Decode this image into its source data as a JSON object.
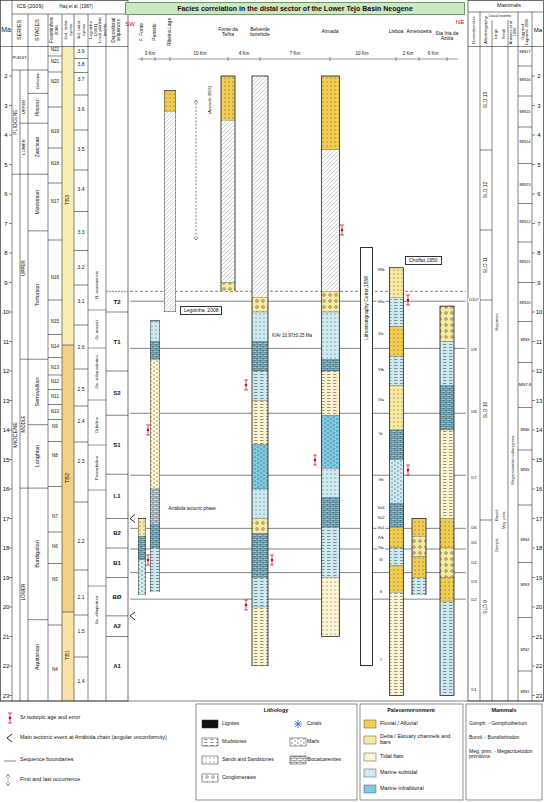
{
  "diagram": {
    "nodes": [
      {
        "text": [
          "Facies correlation in the distal sector of the Lower Tejo Basin Neogene"
        ]
      },
      {
        "text": [
          "F. Fonte"
        ]
      },
      {
        "text": [
          "Penedo"
        ]
      },
      {
        "text": [
          "Ribeira Lage"
        ]
      },
      {
        "text": [
          "Fonte da Telha"
        ]
      },
      {
        "text": [
          "Belverde borehole"
        ]
      },
      {
        "text": [
          "Almada"
        ]
      },
      {
        "text": [
          "Lithostratigraphy Cotter,1956"
        ]
      },
      {
        "text": [
          "Lisboa"
        ]
      },
      {
        "text": [
          "Ameixoeira"
        ]
      },
      {
        "text": [
          "Sta Iria da Azóia"
        ]
      },
      {
        "text": [
          "Legoinha, 2008"
        ]
      },
      {
        "text": [
          "Choffat,1950"
        ]
      }
    ],
    "labels": [
      "Ma",
      "ICS (2009)",
      "SERIES",
      "STAGES",
      "Foraminifera zone",
      "Haq et al. (1987)",
      "2nd. order cycles",
      "3rd. order cycles",
      "Legoinha (2001)",
      "Local planktic events",
      "Depositional sequences",
      "SW",
      "NE",
      "3 Km",
      "10 Km",
      "4 Km",
      "7 Km",
      "10 Km",
      "2 Km",
      "6 Km",
      "Disconformities",
      "Allostratigraphy",
      "Mammals",
      "Local events",
      "Large",
      "Small",
      "Antunes et al. 1999",
      "Ogg and Lugowski 2006",
      "Ma",
      "PLEIST.",
      "UPPER",
      "LOWER",
      "PLIOCENE",
      "MIOCENE",
      "UPPER",
      "MIDDLE",
      "LOWER",
      "Gelasian",
      "Piacenz.",
      "Zanclean",
      "Messinian",
      "Tortonian",
      "Serravallian",
      "Langhian",
      "Burdigalian",
      "Aquitanian",
      "N22",
      "N21",
      "N20",
      "N19",
      "N18",
      "N17",
      "N16",
      "N15",
      "N14",
      "N13",
      "N12",
      "N11",
      "N10",
      "N9",
      "N8",
      "N7",
      "N6",
      "N5",
      "N4",
      "3.9",
      "3.8",
      "3.7",
      "3.6",
      "3.5",
      "3.4",
      "3.3",
      "3.2",
      "3.1",
      "2.6",
      "2.5",
      "2.4",
      "2.3",
      "2.2",
      "2.1",
      "1.5",
      "1.4",
      "TB3",
      "TB2",
      "TB1",
      "N. acostaensis",
      "Gr. mayeri",
      "Gs. subquadratus",
      "Orbulina",
      "Praeorbulina",
      "Gs. altiapertura",
      "T2",
      "T1",
      "S2",
      "S1",
      "L1",
      "B2",
      "B1",
      "BØ",
      "A2",
      "A1",
      "2",
      "3",
      "4",
      "5",
      "6",
      "7",
      "8",
      "9",
      "10",
      "11",
      "12",
      "13",
      "14",
      "15",
      "16",
      "17",
      "18",
      "19",
      "20",
      "21",
      "22",
      "23",
      "D10?",
      "D9",
      "D8",
      "D7",
      "D6",
      "D5",
      "D4",
      "D3",
      "D2",
      "D1",
      "SLD 13",
      "SLD 12",
      "SLD 11",
      "SLD 10",
      "SLD 9",
      "Hipparion",
      "Megacricetodon collongensis",
      "Bunol.",
      "Gomph.",
      "Meg. prim.",
      "MN17",
      "MN16",
      "MN15",
      "MN14",
      "MN13",
      "MN12",
      "MN11",
      "MN10",
      "MN9",
      "MN7-8",
      "MN6",
      "MN5",
      "MN4",
      "MN3",
      "MN2",
      "MN1",
      "2",
      "3",
      "4",
      "5",
      "6",
      "7",
      "8",
      "9",
      "10",
      "11",
      "12",
      "13",
      "14",
      "15",
      "16",
      "17",
      "18",
      "19",
      "20",
      "21",
      "22",
      "23",
      "VIIb",
      "VIIa",
      "VIc",
      "VIb",
      "VIa",
      "Vc",
      "Vb",
      "Va3",
      "Va2",
      "Va1",
      "IVb",
      "IVa",
      "III",
      "II",
      "I",
      "K/Ar 10,97±0,25 Ma",
      "Arrábida tectonic phase",
      "(Azevedo 2006)",
      "Lithology",
      "Paleoenvironment",
      "Mammals",
      "Gomph. - Gomphotherium",
      "Bunol. - Bunolistriodon",
      "Meg. prim. - Megacricetodon primitivus"
    ],
    "legend": [
      {
        "text": "Sr isotopic age and error"
      },
      {
        "text": "Main tectonic event at Arrábida chain (angular unconformity)"
      },
      {
        "text": "Sequence boundaries"
      },
      {
        "text": "First and last occurrence"
      },
      {
        "text": "Lignites"
      },
      {
        "text": "Mudstones"
      },
      {
        "text": "Sands and Sandstones"
      },
      {
        "text": "Conglomerates"
      },
      {
        "text": "Corals"
      },
      {
        "text": "Marls"
      },
      {
        "text": "Biocalcarenites"
      },
      {
        "text": "Fluvial / Alluvial",
        "color": "#f2cd4f"
      },
      {
        "text": "Delta / Estuary channels and bars",
        "color": "#f7e9a0"
      },
      {
        "text": "Tidal flats",
        "color": "#fbf4cf"
      },
      {
        "text": "Marine subtidal",
        "color": "#cde9f1"
      },
      {
        "text": "Marine infralittoral",
        "color": "#7ecbe6"
      }
    ]
  }
}
